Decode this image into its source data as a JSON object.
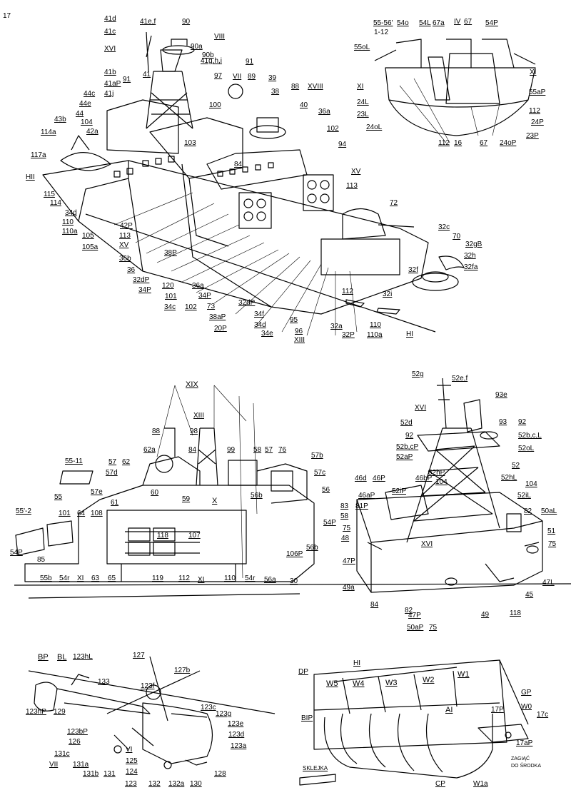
{
  "page_number": "17",
  "labels": {
    "41d": "41d",
    "41c": "41c",
    "41ef": "41e,f",
    "90": "90",
    "90a": "90a",
    "XVI": "XVI",
    "VIII": "VIII",
    "90b": "90b",
    "41ghi": "41g,h,i",
    "91a": "91",
    "41b": "41b",
    "91b": "91",
    "41": "41",
    "41aP": "41aP",
    "41j": "41j",
    "97": "97",
    "VII": "VII",
    "89": "89",
    "39": "39",
    "38": "38",
    "88": "88",
    "XVIII": "XVIII",
    "44c": "44c",
    "44e": "44e",
    "44": "44",
    "100": "100",
    "40": "40",
    "36a": "36a",
    "43b": "43b",
    "104": "104",
    "42a": "42a",
    "102": "102",
    "114a": "114a",
    "103": "103",
    "94": "94",
    "117a": "117a",
    "84": "84",
    "XV": "XV",
    "HII": "HII",
    "115": "115",
    "113": "113",
    "72": "72",
    "114": "114",
    "34d": "34d",
    "110": "110",
    "110a": "110a",
    "32c": "32c",
    "70": "70",
    "32gB": "32gB",
    "32h": "32h",
    "32fa": "32fa",
    "105": "105",
    "105a": "105a",
    "42P": "42P",
    "113b": "113",
    "XVb": "XV",
    "36b": "36b",
    "36": "36",
    "38P": "38P",
    "32dP": "32dP",
    "34P": "34P",
    "32f": "32f",
    "120": "120",
    "36a2": "36a",
    "101": "101",
    "34P2": "34P",
    "34c": "34c",
    "102b": "102",
    "73": "73",
    "38aP": "38aP",
    "20P": "20P",
    "32dP2": "32dP",
    "34f": "34f",
    "34d2": "34d",
    "34e": "34e",
    "95": "95",
    "96": "96",
    "XIII": "XIII",
    "32a": "32a",
    "32P": "32P",
    "112": "112",
    "32i": "32i",
    "110b": "110",
    "110a2": "110a",
    "HI": "HI",
    "t_55_56": "55-56'",
    "t_1_12": "1-12",
    "54o": "54o",
    "54L": "54L",
    "67a": "67a",
    "IV": "IV",
    "67": "67",
    "54P": "54P",
    "55oL": "55oL",
    "XI": "XI",
    "XIb": "XI",
    "24L": "24L",
    "55aP": "55aP",
    "23L": "23L",
    "112b": "112",
    "24P": "24P",
    "24oL": "24oL",
    "112c": "112",
    "16": "16",
    "67b": "67",
    "24oP": "24oP",
    "23P": "23P",
    "XIX": "XIX",
    "XIIIb": "XIII",
    "88b": "88",
    "98": "98",
    "62a": "62a",
    "84b": "84",
    "99": "99",
    "58": "58",
    "57": "57",
    "76": "76",
    "57b": "57b",
    "55_11": "55-11",
    "57a": "57",
    "62": "62",
    "57d": "57d",
    "57c": "57c",
    "57e": "57e",
    "60": "60",
    "59": "59",
    "X": "X",
    "56b": "56b",
    "56": "56",
    "55": "55",
    "61": "61",
    "55_2": "55'-2",
    "101b": "101",
    "64": "64",
    "108": "108",
    "54Pb": "54P",
    "118": "118",
    "107": "107",
    "56b2": "56b",
    "106P": "106P",
    "54P2": "54P",
    "85": "85",
    "55b": "55b",
    "54r": "54r",
    "XIc": "XI",
    "63": "63",
    "65": "65",
    "119": "119",
    "112d": "112",
    "XId": "XI",
    "110c": "110",
    "54r2": "54r",
    "56a": "56a",
    "30": "30",
    "52g": "52g",
    "52ef": "52e,f",
    "93e": "93e",
    "XVIb": "XVI",
    "52d": "52d",
    "93": "93",
    "92": "92",
    "92b": "92",
    "52bcL": "52b,c,L",
    "52bcP": "52b,cP",
    "52oL": "52oL",
    "52aP": "52aP",
    "52": "52",
    "52hP": "52hP",
    "46d": "46d",
    "46P": "46P",
    "46bP": "46bP",
    "52hL": "52hL",
    "52iP": "52iP",
    "104b": "104",
    "46aP": "46aP",
    "104c": "104",
    "83": "83",
    "81P": "81P",
    "52iL": "52iL",
    "58b": "58",
    "82": "82",
    "50aL": "50aL",
    "75": "75",
    "51": "51",
    "48": "48",
    "XVIc": "XVI",
    "75b": "75",
    "47P": "47P",
    "47L": "47L",
    "45": "45",
    "49a": "49a",
    "84c": "84",
    "118b": "118",
    "82b": "82",
    "49": "49",
    "47Pb": "47P",
    "50aP": "50aP",
    "75c": "75",
    "127": "127",
    "BP": "BP",
    "BL": "BL",
    "123hL": "123hL",
    "127b": "127b",
    "133": "133",
    "123f": "123f",
    "123c": "123c",
    "123g": "123g",
    "123hP": "123hP",
    "129": "129",
    "123e": "123e",
    "123bP": "123bP",
    "123d": "123d",
    "126": "126",
    "123a": "123a",
    "131c": "131c",
    "VI": "VI",
    "VII2": "VII",
    "125": "125",
    "131a": "131a",
    "124": "124",
    "131b": "131b",
    "131": "131",
    "123": "123",
    "132": "132",
    "132a": "132a",
    "130": "130",
    "128": "128",
    "DP": "DP",
    "HIb": "HI",
    "W1": "W1",
    "W5": "W5",
    "W4": "W4",
    "W3": "W3",
    "W2": "W2",
    "AI": "AI",
    "GP": "GP",
    "BIP": "BIP",
    "W0": "W0",
    "17P": "17P",
    "17c": "17c",
    "17aP": "17aP",
    "SKLEJKA": "SKLEJKA",
    "CP": "CP",
    "W1a": "W1a"
  },
  "note": {
    "line1": "ZAGIĄĆ",
    "line2": "DO ŚRODKA"
  }
}
